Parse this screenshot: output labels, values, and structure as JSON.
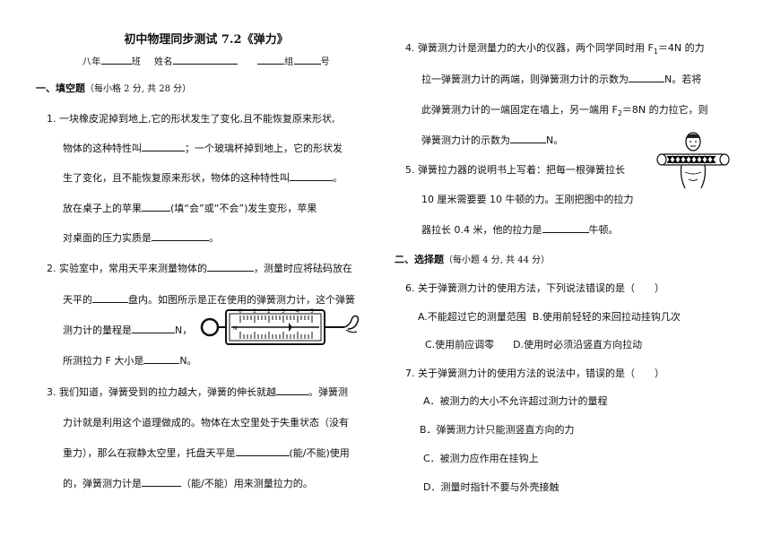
{
  "header": {
    "title_prefix": "初中物理同步测试 7.2",
    "title_em": "《弹力》",
    "info": {
      "grade": "八年",
      "class": "班",
      "name": "姓名",
      "group": "组",
      "number": "号"
    }
  },
  "sections": {
    "fill": {
      "label": "一、填空题",
      "note": "（每小格 2 分, 共 28 分）"
    },
    "choice": {
      "label": "二、选择题",
      "note": "（每小题 4 分, 共 44 分）"
    }
  },
  "q1": {
    "num": "1.",
    "l1": "一块橡皮泥掉到地上,它的形状发生了变化,且不能恢复原来形状,",
    "l2a": "物体的这种特性叫",
    "l2b": "；一个玻璃杯掉到地上，它的形状发",
    "l3a": "生了变化，且不能恢复原来形状，物体的这种特性叫",
    "l3b": "。",
    "l4a": "放在桌子上的苹果",
    "l4b": "(填“会”或“不会”)发生变形，苹果",
    "l5a": "对桌面的压力实质是",
    "l5b": "。"
  },
  "q2": {
    "num": "2.",
    "l1a": "实验室中，常用天平来测量物体的",
    "l1b": "，测量时应将砝码放在",
    "l2a": "天平的",
    "l2b": "盘内。如图所示是正在使用的弹簧测力计，这个弹簧",
    "l3a": "测力计的量程是",
    "l3b": "N，",
    "l4a": "所测拉力 F 大小是",
    "l4b": "N。",
    "scale_labels": [
      "0",
      "1",
      "2",
      "3",
      "4",
      "5",
      "N"
    ]
  },
  "q3": {
    "num": "3.",
    "l1a": "我们知道，弹簧受到的拉力越大，弹簧的伸长就越",
    "l1b": "。弹簧测",
    "l2": "力计就是利用这个道理做成的。物体在太空里处于失重状态（没有",
    "l3a": "重力），那么在寂静太空里，托盘天平是",
    "l3b": "(能/不能)使用",
    "l4a": "的，弹簧测力计是",
    "l4b": "（能/不能）用来测量拉力的。"
  },
  "q4": {
    "num": "4.",
    "l1a": "弹簧测力计是测量力的大小的仪器，两个同学同时用 F",
    "l1sub": "1",
    "l1b": "＝4N 的力",
    "l2a": "拉一弹簧测力计的两端，则弹簧测力计的示数为",
    "l2b": "N。若将",
    "l3a": "此弹簧测力计的一端固定在墙上，另一端用 F",
    "l3sub": "2",
    "l3b": "＝8N 的力拉它，则",
    "l4a": "弹簧测力计的示数为",
    "l4b": "N。"
  },
  "q5": {
    "num": "5.",
    "l1": "弹簧拉力器的说明书上写着：把每一根弹簧拉长",
    "l2": "10 厘米需要要 10 牛顿的力。王刚把图中的拉力",
    "l3a": "器拉长 0.4 米，他的拉力是",
    "l3b": "牛顿。"
  },
  "q6": {
    "num": "6.",
    "stem": "关于弹簧测力计的使用方法，下列说法错误的是（　　）",
    "optA": "A.不能超过它的测量范围",
    "optB": "B.使用前轻轻的来回拉动挂钩几次",
    "optC": "C.使用前应调零",
    "optD": "D.使用时必须沿竖直方向拉动"
  },
  "q7": {
    "num": "7.",
    "stem": "关于弹簧测力计的使用方法的说法中，错误的是（　　）",
    "optA": "A．被测力的大小不允许超过测力计的量程",
    "optB": "B．弹簧测力计只能测竖直方向的力",
    "optC": "C．被测力应作用在挂钩上",
    "optD": "D．测量时指针不要与外壳接触"
  }
}
